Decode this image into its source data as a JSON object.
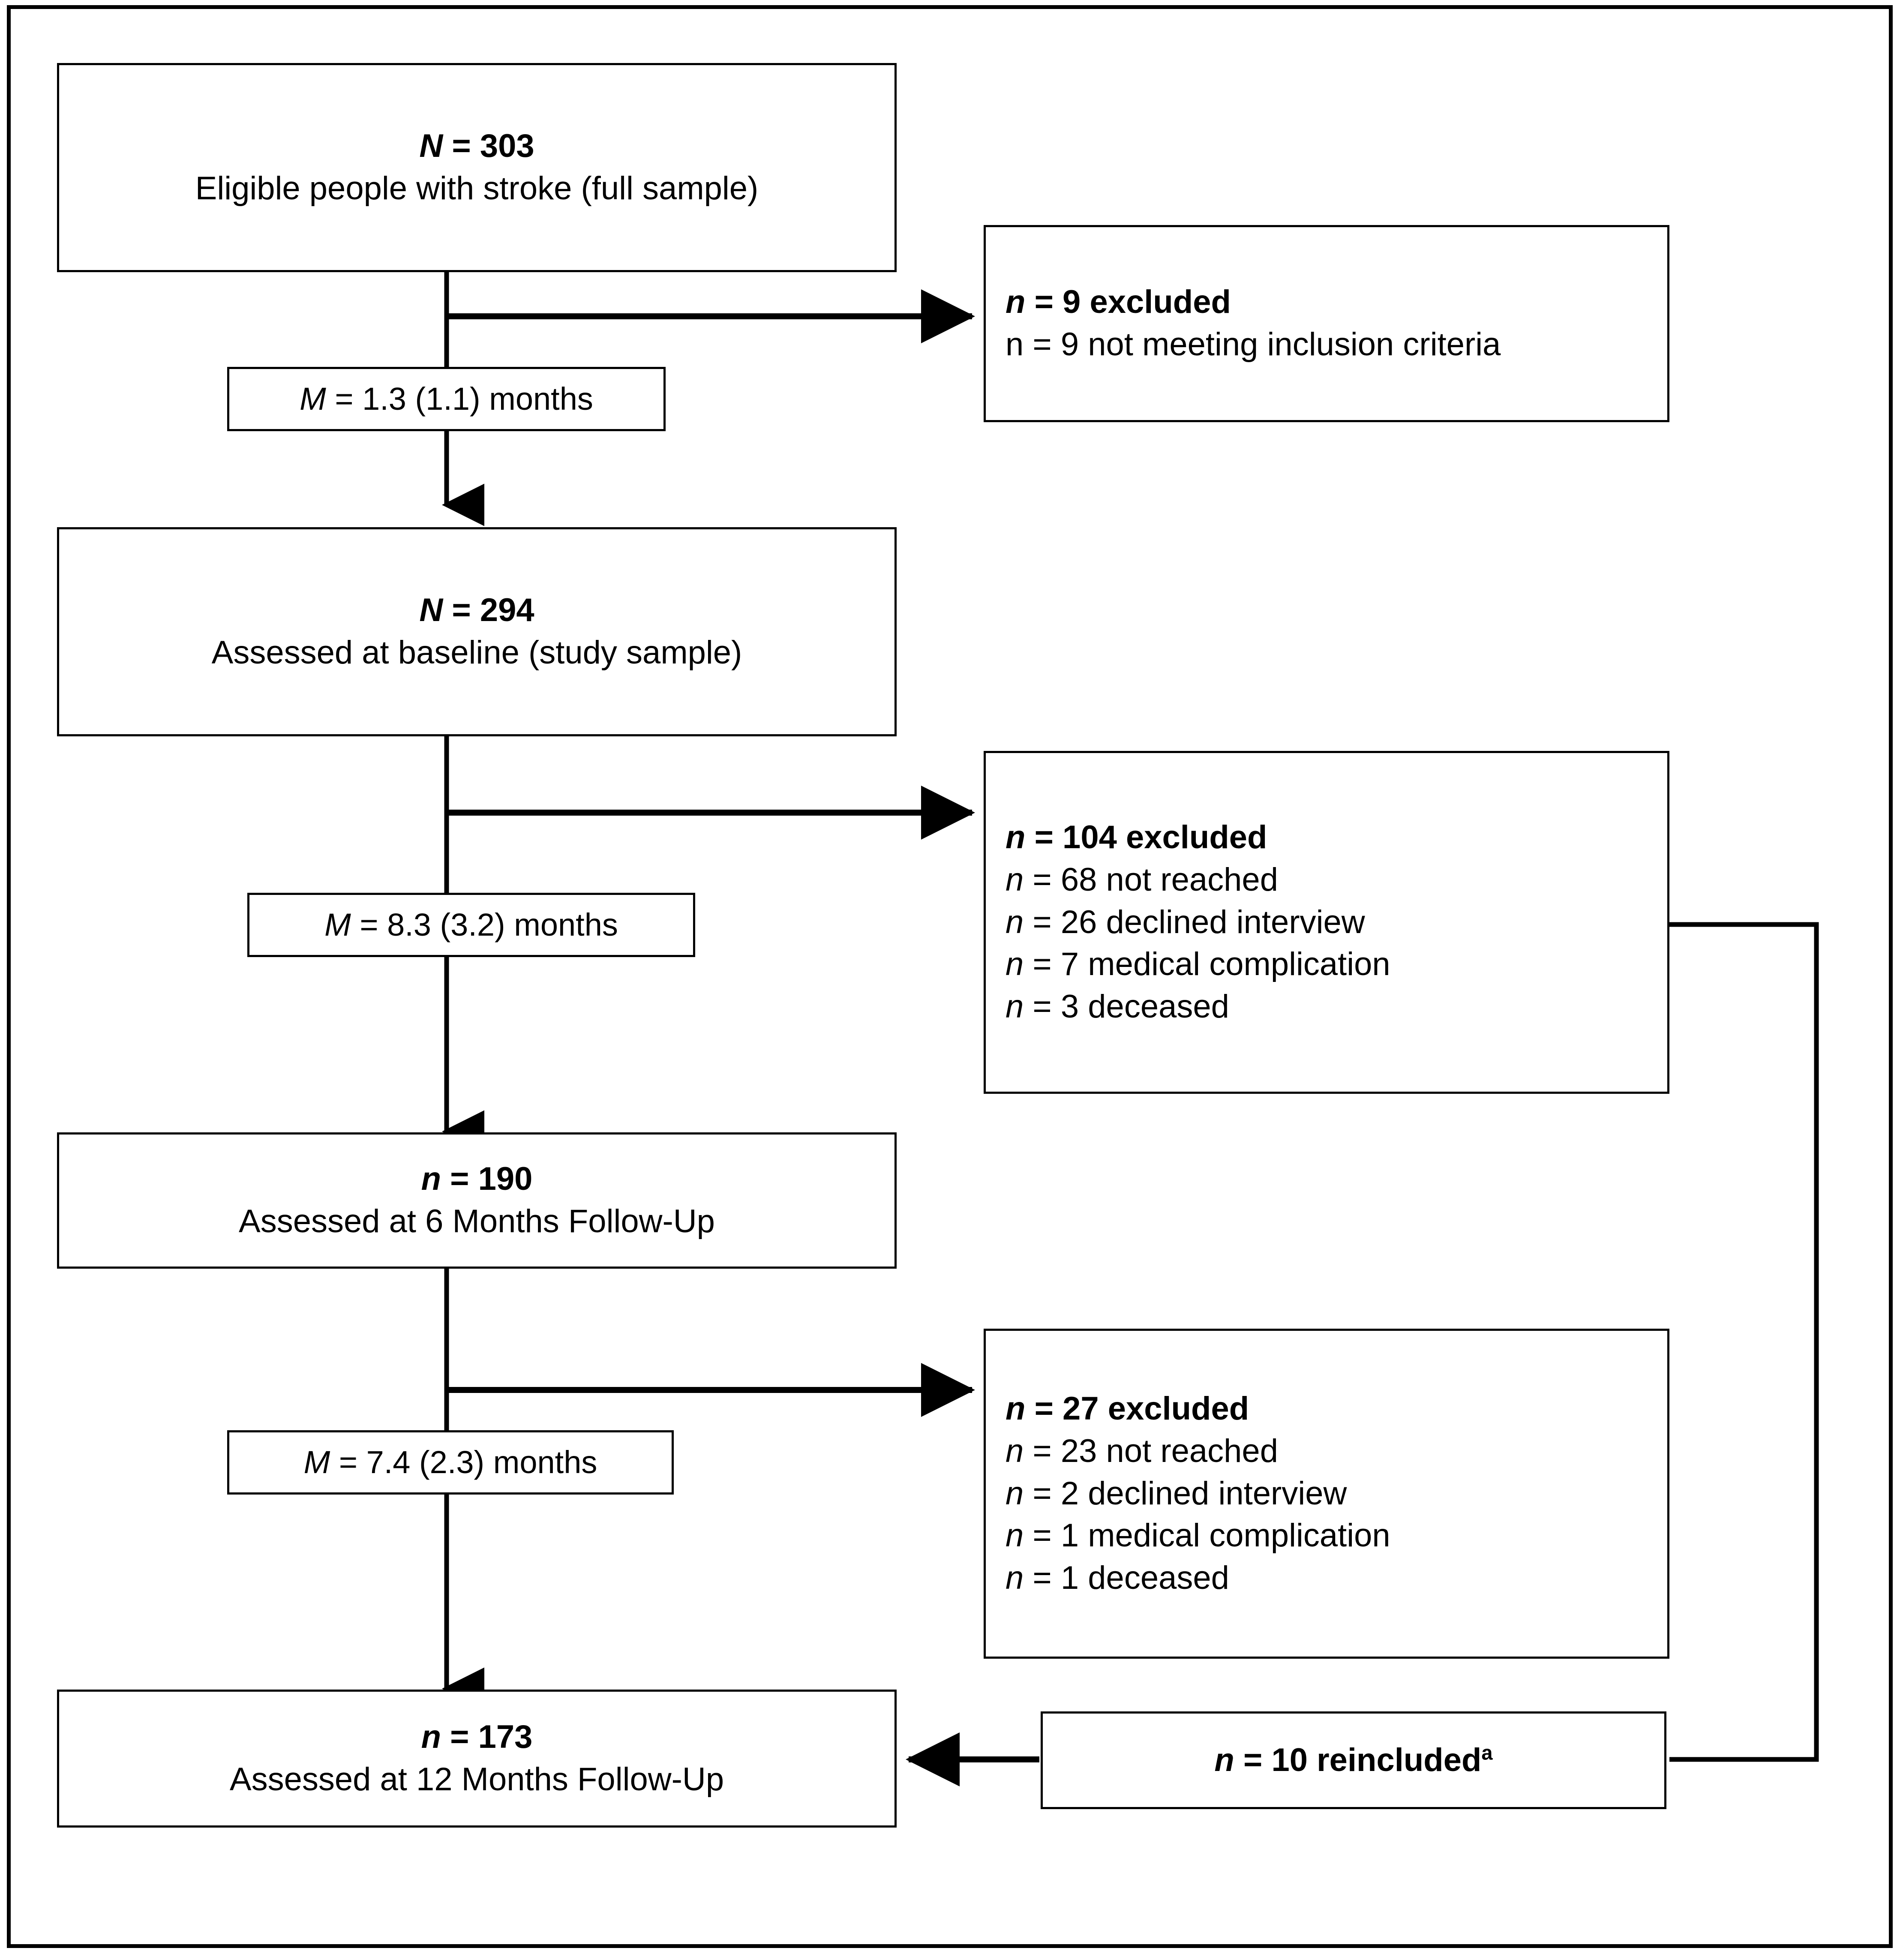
{
  "figure": {
    "type": "participant-flow-diagram",
    "border_color": "#000000",
    "background_color": "#ffffff"
  },
  "nodes": {
    "eligible": {
      "count_label": "N",
      "count_value": "= 303",
      "description": "Eligible people with stroke (full sample)"
    },
    "baseline": {
      "count_label": "N",
      "count_value": "= 294",
      "description": "Assessed at baseline (study sample)"
    },
    "followup6": {
      "count_label": "n",
      "count_value": "= 190",
      "description": "Assessed at 6 Months Follow-Up"
    },
    "followup12": {
      "count_label": "n",
      "count_value": "= 173",
      "description": "Assessed at 12 Months Follow-Up"
    },
    "reincluded": {
      "count_label": "n",
      "count_value": "= 10 reincluded",
      "footnote": "a"
    }
  },
  "time_labels": [
    {
      "symbol": "M",
      "text": "= 1.3 (1.1) months"
    },
    {
      "symbol": "M",
      "text": "= 8.3 (3.2) months"
    },
    {
      "symbol": "M",
      "text": "= 7.4 (2.3) months"
    }
  ],
  "exclusions": [
    {
      "header_symbol": "n",
      "header_text": "= 9 excluded",
      "reasons": [
        {
          "symbol": "n",
          "symbol_italic": false,
          "text": "= 9 not meeting inclusion criteria"
        }
      ]
    },
    {
      "header_symbol": "n",
      "header_text": "= 104 excluded",
      "reasons": [
        {
          "symbol": "n",
          "symbol_italic": true,
          "text": "= 68 not reached"
        },
        {
          "symbol": "n",
          "symbol_italic": true,
          "text": "= 26 declined interview"
        },
        {
          "symbol": "n",
          "symbol_italic": true,
          "text": "= 7 medical complication"
        },
        {
          "symbol": "n",
          "symbol_italic": true,
          "text": "= 3 deceased"
        }
      ]
    },
    {
      "header_symbol": "n",
      "header_text": "= 27 excluded",
      "reasons": [
        {
          "symbol": "n",
          "symbol_italic": true,
          "text": "= 23 not reached"
        },
        {
          "symbol": "n",
          "symbol_italic": true,
          "text": "= 2 declined interview"
        },
        {
          "symbol": "n",
          "symbol_italic": true,
          "text": "= 1 medical complication"
        },
        {
          "symbol": "n",
          "symbol_italic": true,
          "text": "= 1 deceased"
        }
      ]
    }
  ]
}
